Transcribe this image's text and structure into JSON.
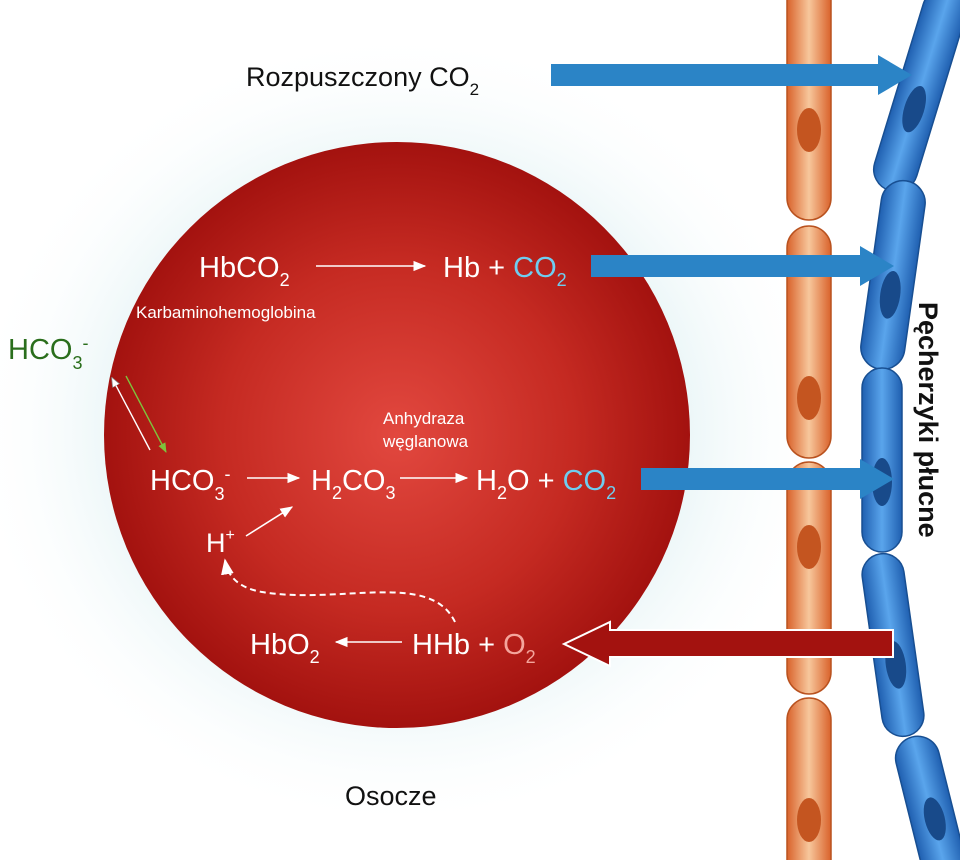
{
  "labels": {
    "dissolved_co2": {
      "main": "Rozpuszczony CO",
      "sub": "2"
    },
    "hbco2": {
      "main": "HbCO",
      "sub": "2"
    },
    "hb_plus": "Hb + ",
    "co2_a": {
      "main": "CO",
      "sub": "2"
    },
    "carbamino": "Karbaminohemoglobina",
    "hco3_outside": {
      "main": "HCO",
      "sub": "3",
      "sup": "-"
    },
    "anhydraza_line1": "Anhydraza",
    "anhydraza_line2": "węglanowa",
    "hco3_inside": {
      "main": "HCO",
      "sub": "3",
      "sup": "-"
    },
    "h2co3": {
      "a": "H",
      "sub1": "2",
      "b": "CO",
      "sub2": "3"
    },
    "h2o": {
      "a": "H",
      "sub": "2",
      "b": "O + "
    },
    "co2_b": {
      "main": "CO",
      "sub": "2"
    },
    "hplus": {
      "main": "H",
      "sup": "+"
    },
    "hbo2": {
      "main": "HbO",
      "sub": "2"
    },
    "hhb_plus": "HHb + ",
    "o2": {
      "main": "O",
      "sub": "2"
    },
    "osocze": "Osocze",
    "pecherzyki": "Pęcherzyki płucne"
  },
  "colors": {
    "rbc_center": "#e2483f",
    "rbc_edge": "#a3120f",
    "co2_highlight": "#6fcdf0",
    "o2_highlight": "#f4a59c",
    "bicarbonate_green": "#2a6e1c",
    "blue_arrow": "#2b84c6",
    "red_arrow": "#a3120f",
    "capillary_orange": "#e87f3f",
    "alveolar_blue": "#2e7fd0"
  }
}
